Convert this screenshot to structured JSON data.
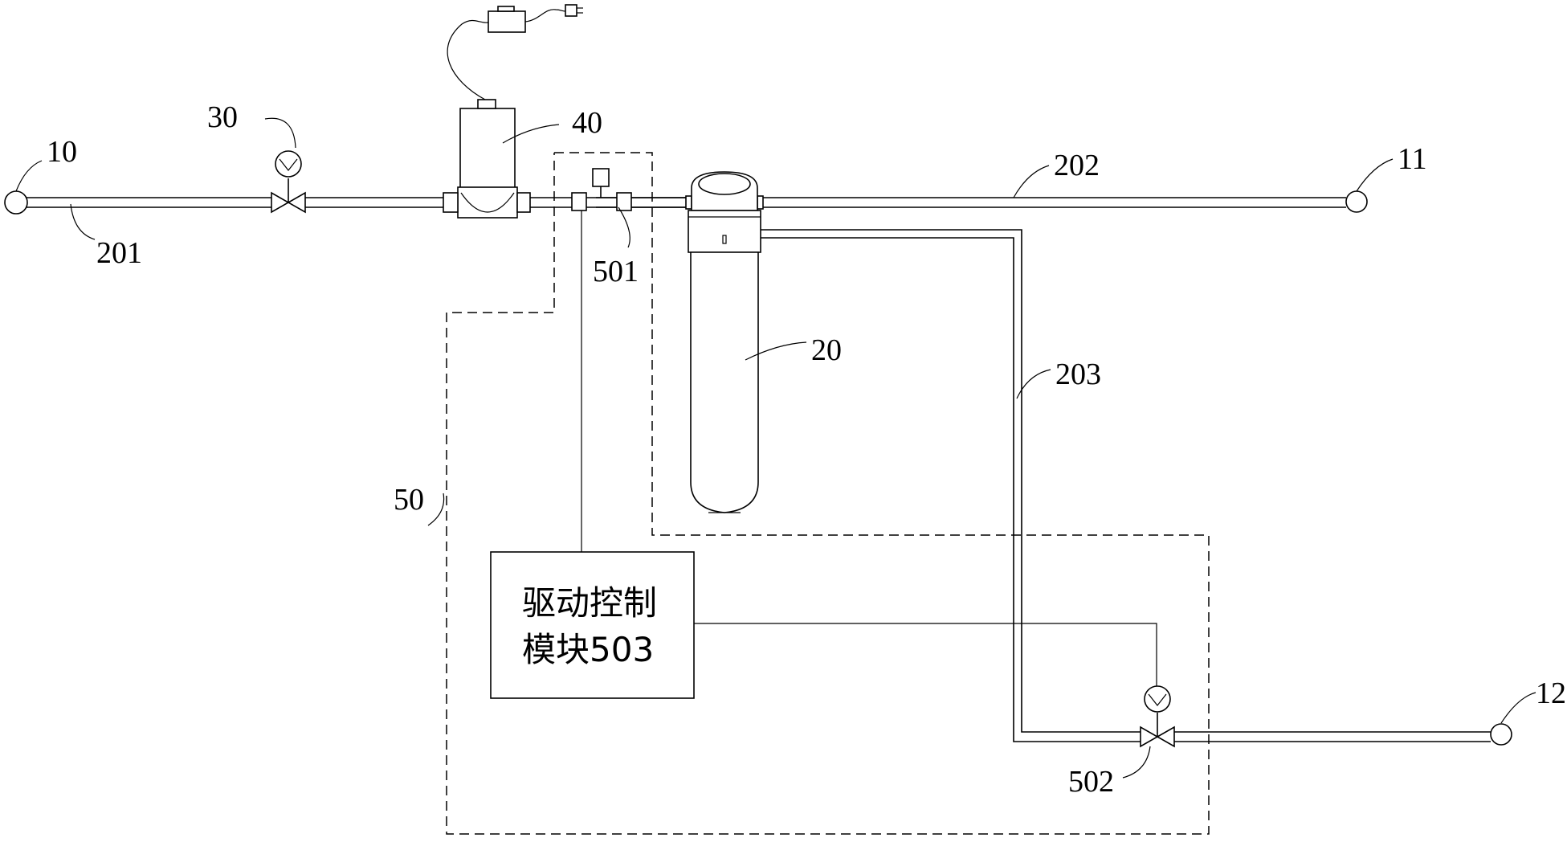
{
  "labels": {
    "inlet": "10",
    "outlet_pure": "11",
    "outlet_waste": "12",
    "filter": "20",
    "pipe_inlet": "201",
    "pipe_pure": "202",
    "pipe_waste": "203",
    "valve_30": "30",
    "pump_40": "40",
    "module_50": "50",
    "sensor_501": "501",
    "valve_502": "502"
  },
  "control_box": {
    "line1": "驱动控制",
    "line2": "模块503"
  }
}
